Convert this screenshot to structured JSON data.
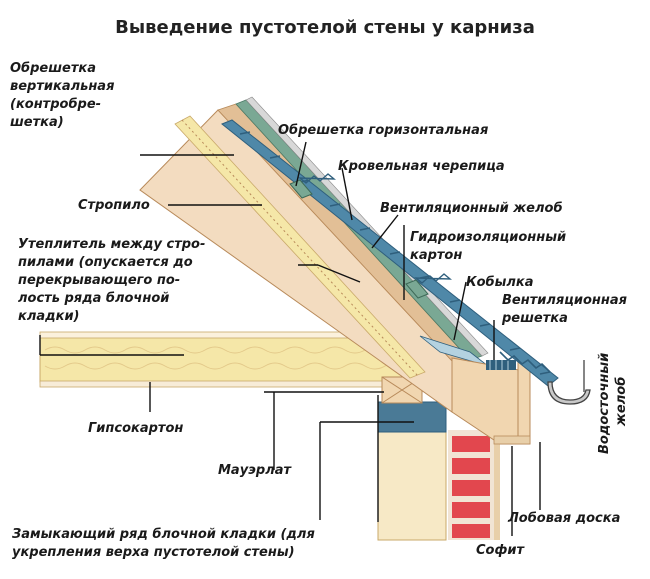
{
  "title": "Выведение пустотелой стены у карниза",
  "labels": {
    "counter_batten": [
      "Обрешетка",
      "вертикальная",
      "(контробре-",
      "шетка)"
    ],
    "horizontal_batten": "Обрешетка горизонтальная",
    "roof_tile": "Кровельная черепица",
    "rafter": "Стропило",
    "vent_gutter": "Вентиляционный желоб",
    "waterproof_board": [
      "Гидроизоляционный",
      "картон"
    ],
    "insulation": [
      "Утеплитель между стро-",
      "пилами (опускается до",
      "перекрывающего по-",
      "лость ряда блочной",
      "кладки)"
    ],
    "filly": "Кобылка",
    "vent_grille": [
      "Вентиляционная",
      "решетка"
    ],
    "gutter": [
      "Водосточный",
      "желоб"
    ],
    "drywall": "Гипсокартон",
    "wall_plate": "Мауэрлат",
    "fascia": "Лобовая доска",
    "closing_row": [
      "Замыкающий ряд блочной кладки (для",
      "укрепления верха пустотелой стены)"
    ],
    "soffit": "Софит"
  },
  "colors": {
    "wood": "#f3dcc0",
    "wood_dark": "#e2bf96",
    "insulation": "#f5e7a8",
    "tile": "#4f88a8",
    "tile_dark": "#2f5f7d",
    "block": "#4a7a96",
    "brick": "#e2474e",
    "batten_green": "#7aa894"
  }
}
